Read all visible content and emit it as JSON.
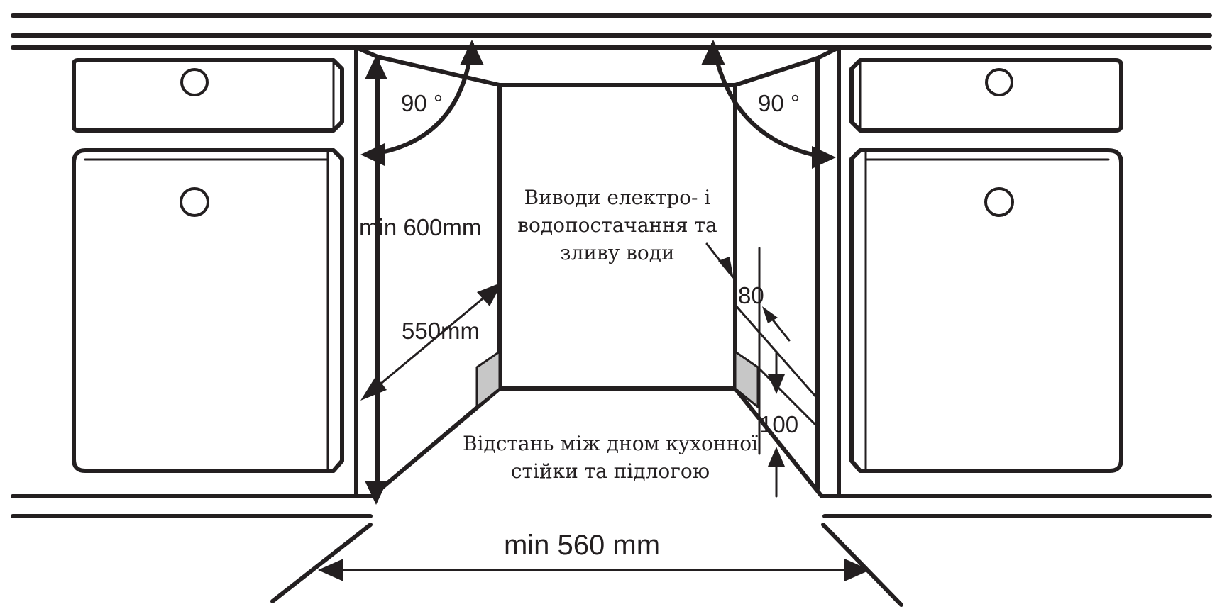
{
  "labels": {
    "angle_left": "90 °",
    "angle_right": "90 °",
    "min_height": "min 600mm",
    "depth": "550mm",
    "connections": [
      "Виводи електро- і",
      "водопостачання та",
      "зливу води"
    ],
    "dim_80": "80",
    "dim_100": "100",
    "plinth_gap": [
      "Відстань між дном кухонної",
      "стійки та підлогою"
    ],
    "min_width": "min 560 mm"
  },
  "colors": {
    "line": "#231f20",
    "shade": "#c7c7c7",
    "background": "#ffffff"
  }
}
